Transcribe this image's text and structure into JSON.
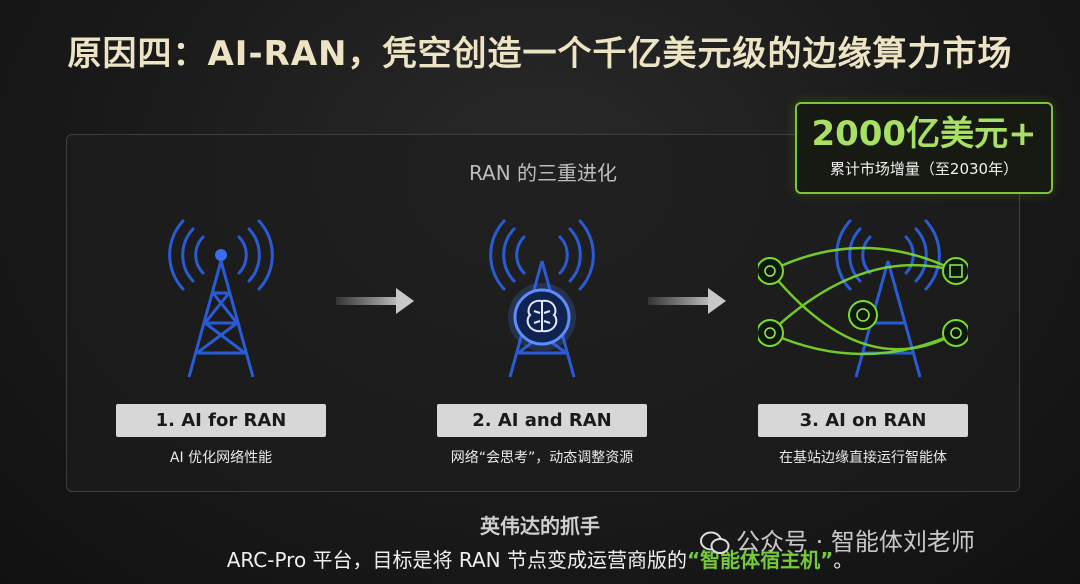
{
  "title": "原因四：AI-RAN，凭空创造一个千亿美元级的边缘算力市场",
  "panel": {
    "title": "RAN 的三重进化"
  },
  "badge": {
    "value": "2000亿美元+",
    "caption": "累计市场增量（至2030年）"
  },
  "stages": [
    {
      "label": "1. AI for RAN",
      "desc": "AI 优化网络性能",
      "icon": "cell-tower-icon"
    },
    {
      "label": "2. AI and RAN",
      "desc": "网络“会思考”，动态调整资源",
      "icon": "brain-tower-icon"
    },
    {
      "label": "3. AI on RAN",
      "desc": "在基站边缘直接运行智能体",
      "icon": "network-tower-icon"
    }
  ],
  "footer": {
    "title": "英伟达的抓手",
    "line_prefix": "ARC-Pro 平台，目标是将 RAN 节点变成运营商版的",
    "line_highlight": "“智能体宿主机”",
    "line_suffix": "。"
  },
  "watermark": "公众号 · 智能体刘老师",
  "colors": {
    "accent_green": "#76c93b",
    "tower_blue": "#2a5bd7",
    "title": "#ede4c4"
  }
}
